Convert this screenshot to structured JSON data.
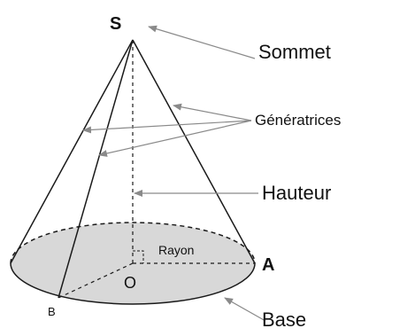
{
  "labels": {
    "apex": "S",
    "point_a": "A",
    "point_b": "B",
    "center": "O",
    "sommet": "Sommet",
    "generatrices": "Génératrices",
    "hauteur": "Hauteur",
    "rayon": "Rayon",
    "base": "Base"
  },
  "colors": {
    "base_fill": "#d8d8d8",
    "stroke": "#1a1a1a",
    "arrow": "#8a8a8a"
  }
}
